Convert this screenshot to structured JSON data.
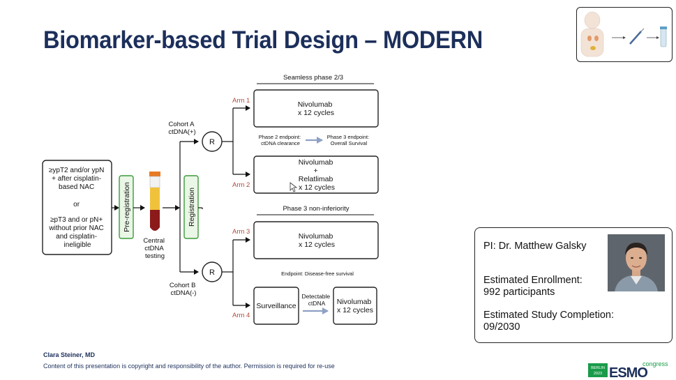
{
  "slide": {
    "title": "Biomarker-based Trial Design – MODERN",
    "author": "Clara Steiner, MD",
    "copyright": "Content of this presentation is copyright and responsibility of the author. Permission is required for re-use"
  },
  "diagram": {
    "eligibility": [
      "≥ypT2 and/or ypN",
      "+ after cisplatin-",
      "based NAC",
      "or",
      "≥pT3 and or pN+",
      "without prior NAC",
      "and cisplatin-",
      "ineligible"
    ],
    "preregistration": "Pre-registration",
    "registration": "Registration",
    "central_testing": [
      "Central",
      "ctDNA",
      "testing"
    ],
    "cohort_a": [
      "Cohort A",
      "ctDNA(+)"
    ],
    "cohort_b": [
      "Cohort B",
      "ctDNA(-)"
    ],
    "randomize": "R",
    "seamless_header": "Seamless phase 2/3",
    "noninf_header": "Phase 3 non-inferiority",
    "arm1_label": "Arm 1",
    "arm1_text": [
      "Nivolumab",
      "x 12 cycles"
    ],
    "arm2_label": "Arm 2",
    "arm2_text": [
      "Nivolumab",
      "+",
      "Relatlimab",
      "x 12 cycles"
    ],
    "endpoint_p2": [
      "Phase 2 endpoint:",
      "ctDNA clearance"
    ],
    "endpoint_p3": [
      "Phase 3 endpoint:",
      "Overall Survival"
    ],
    "arm3_label": "Arm 3",
    "arm3_text": [
      "Nivolumab",
      "x 12 cycles"
    ],
    "endpoint_dfs": "Endpoint: Disease-free survival",
    "arm4_label": "Arm 4",
    "surveillance": "Surveillance",
    "detectable": [
      "Detectable",
      "ctDNA"
    ],
    "arm4_text": [
      "Nivolumab",
      "x 12 cycles"
    ]
  },
  "info": {
    "pi": "PI: Dr. Matthew Galsky",
    "enrollment_label": "Estimated Enrollment:",
    "enrollment_value": "992 participants",
    "completion_label": "Estimated Study Completion:",
    "completion_value": "09/2030"
  },
  "logo": {
    "city": "BERLIN",
    "year": "2023",
    "brand": "ESMO",
    "event": "congress"
  },
  "colors": {
    "title": "#1c2f5b",
    "arm_label": "#b04a3a",
    "registration_border": "#3c9a3c",
    "registration_fill": "#eaf6e6",
    "arrow_light": "#8ea0c4",
    "esmo_green": "#1a9b4a"
  },
  "icons": [
    "patient-body-icon",
    "syringe-icon",
    "blood-tube-icon",
    "photo-of-pi",
    "cursor-icon"
  ]
}
